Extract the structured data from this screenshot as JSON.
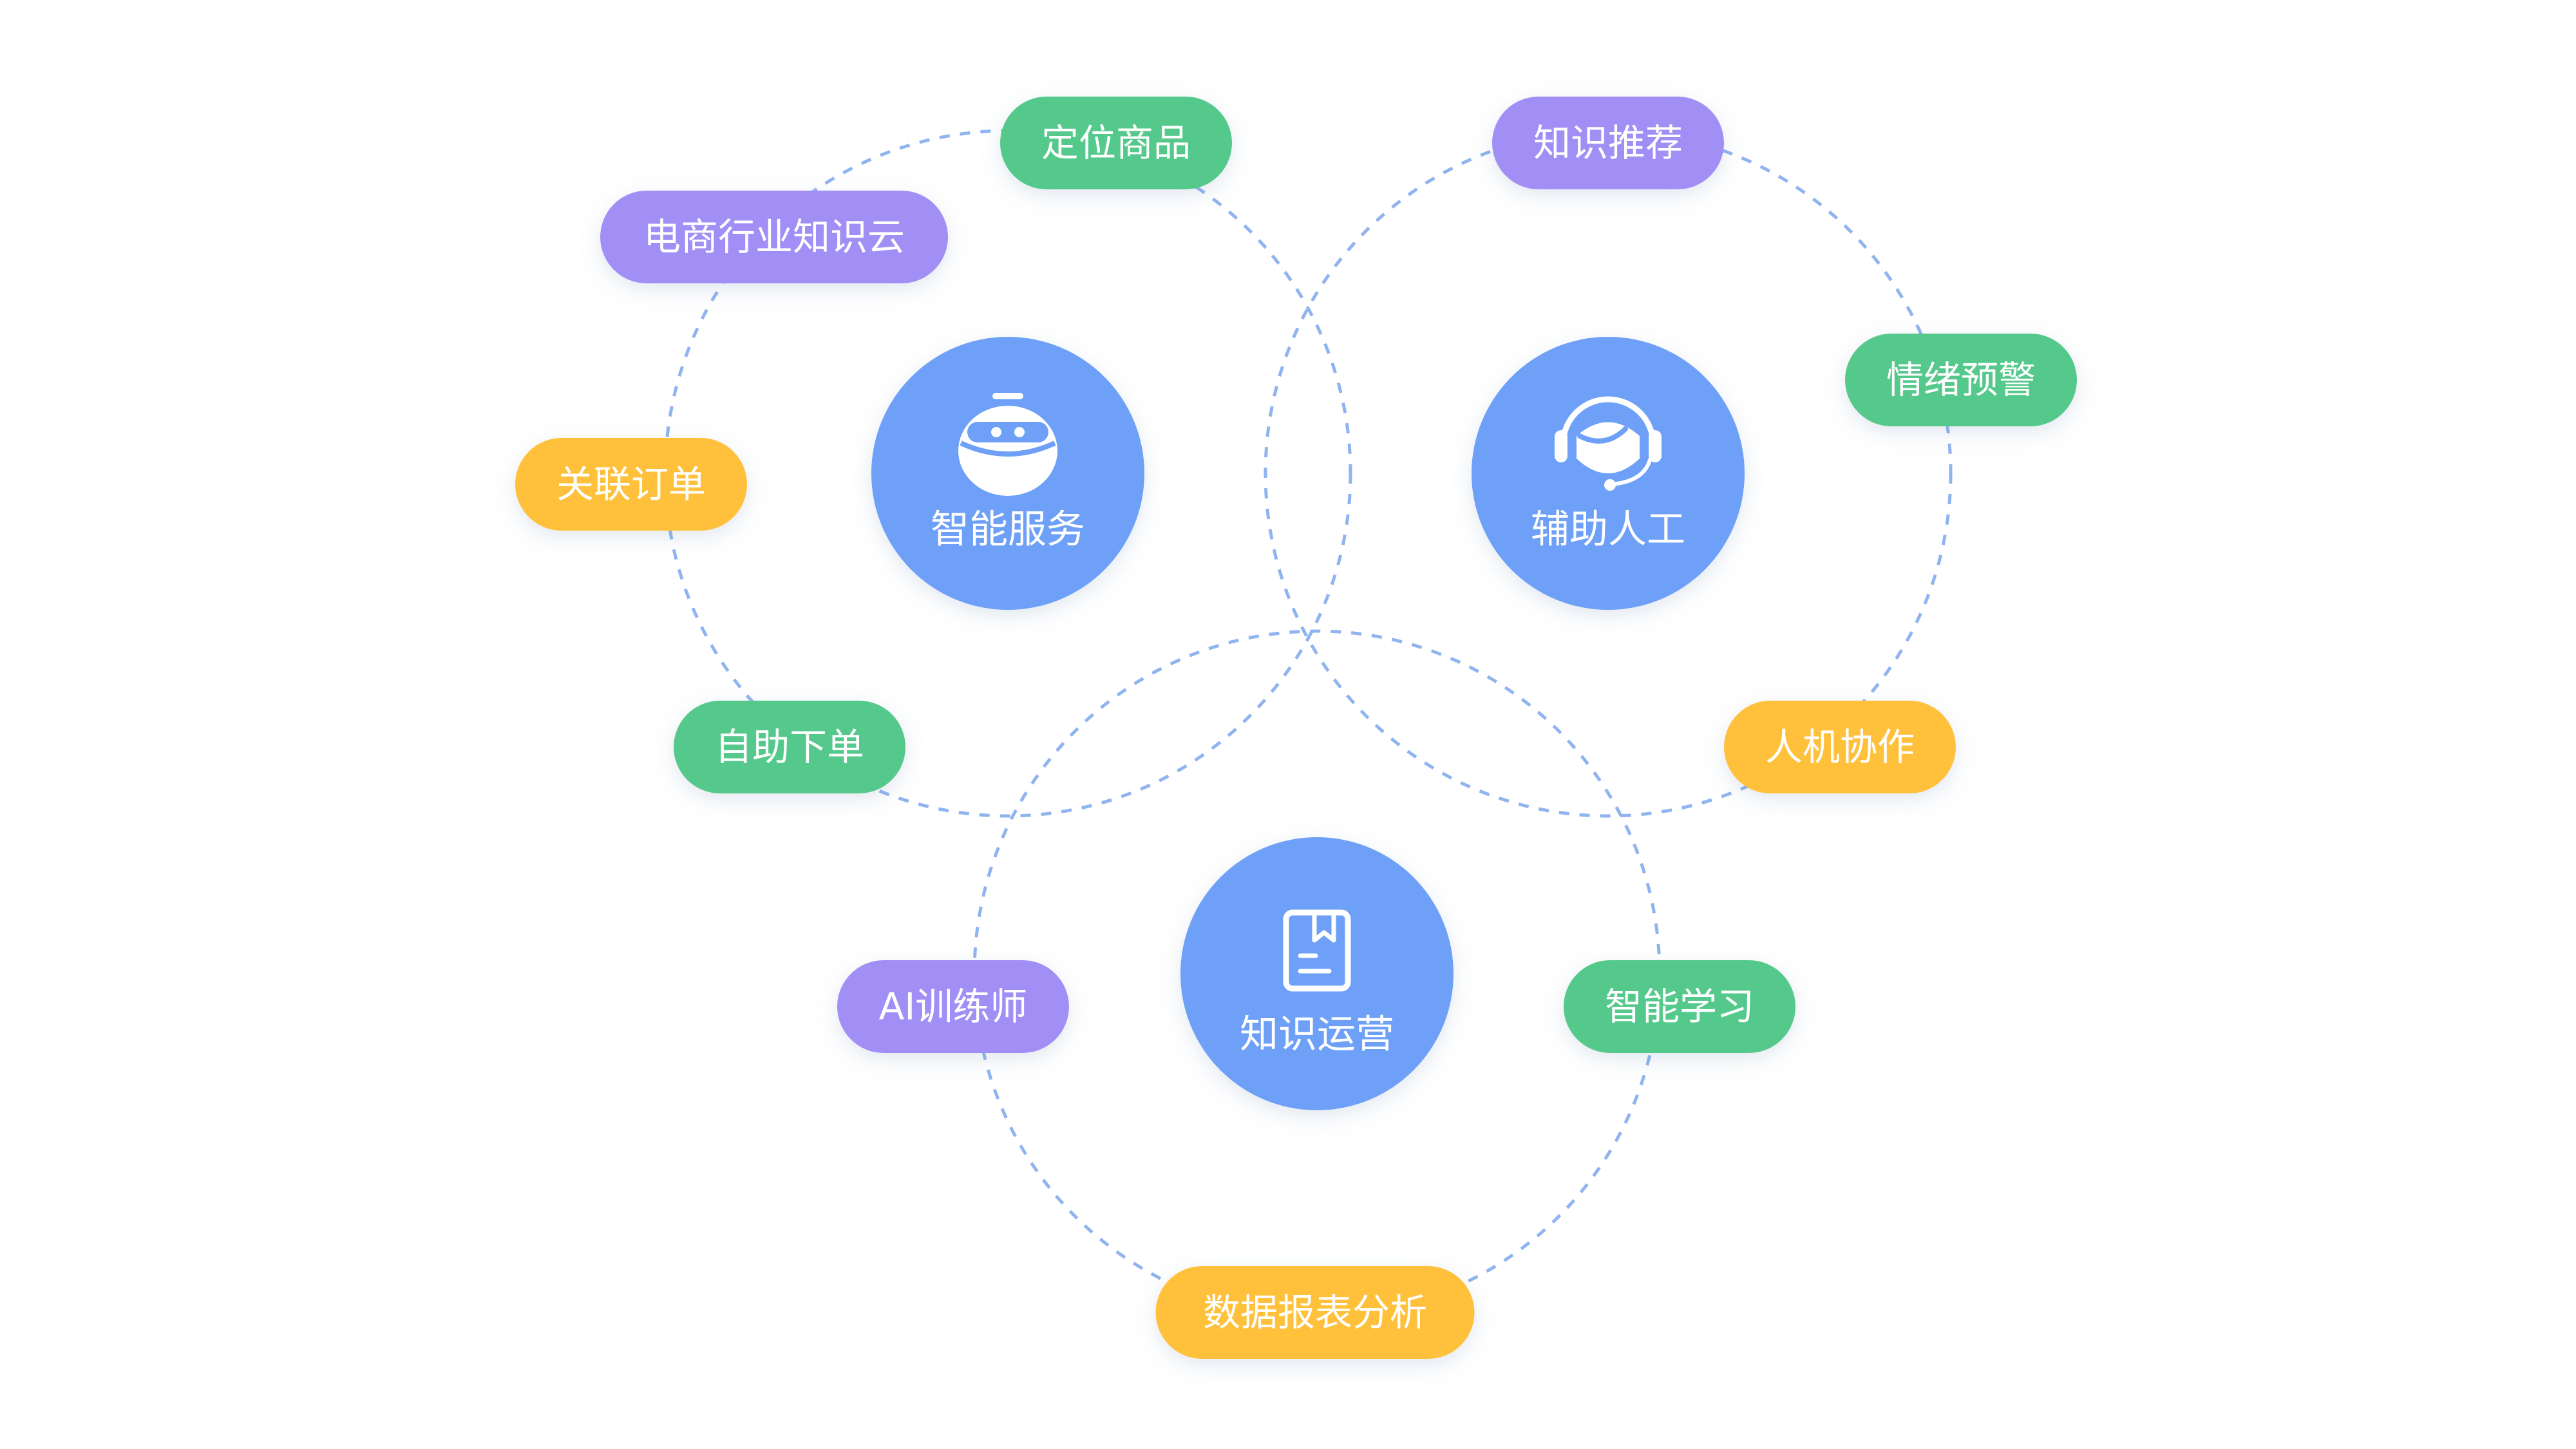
{
  "colors": {
    "hub": "#6ea0f7",
    "ring": "#8fb4ef",
    "green": "#54c98b",
    "purple": "#a28ff5",
    "yellow": "#ffc13a",
    "text": "#ffffff"
  },
  "hubs": [
    {
      "id": "smart-service",
      "label": "智能服务",
      "icon": "robot-icon"
    },
    {
      "id": "assist-human",
      "label": "辅助人工",
      "icon": "headset-agent-icon"
    },
    {
      "id": "knowledge-ops",
      "label": "知识运营",
      "icon": "book-icon"
    }
  ],
  "tags": [
    {
      "id": "locate-product",
      "label": "定位商品",
      "color": "green"
    },
    {
      "id": "ecommerce-cloud",
      "label": "电商行业知识云",
      "color": "purple"
    },
    {
      "id": "related-order",
      "label": "关联订单",
      "color": "yellow"
    },
    {
      "id": "self-order",
      "label": "自助下单",
      "color": "green"
    },
    {
      "id": "knowledge-recommend",
      "label": "知识推荐",
      "color": "purple"
    },
    {
      "id": "emotion-alert",
      "label": "情绪预警",
      "color": "green"
    },
    {
      "id": "human-machine",
      "label": "人机协作",
      "color": "yellow"
    },
    {
      "id": "ai-trainer",
      "label": "AI训练师",
      "color": "purple"
    },
    {
      "id": "smart-learning",
      "label": "智能学习",
      "color": "green"
    },
    {
      "id": "data-report",
      "label": "数据报表分析",
      "color": "yellow"
    }
  ]
}
